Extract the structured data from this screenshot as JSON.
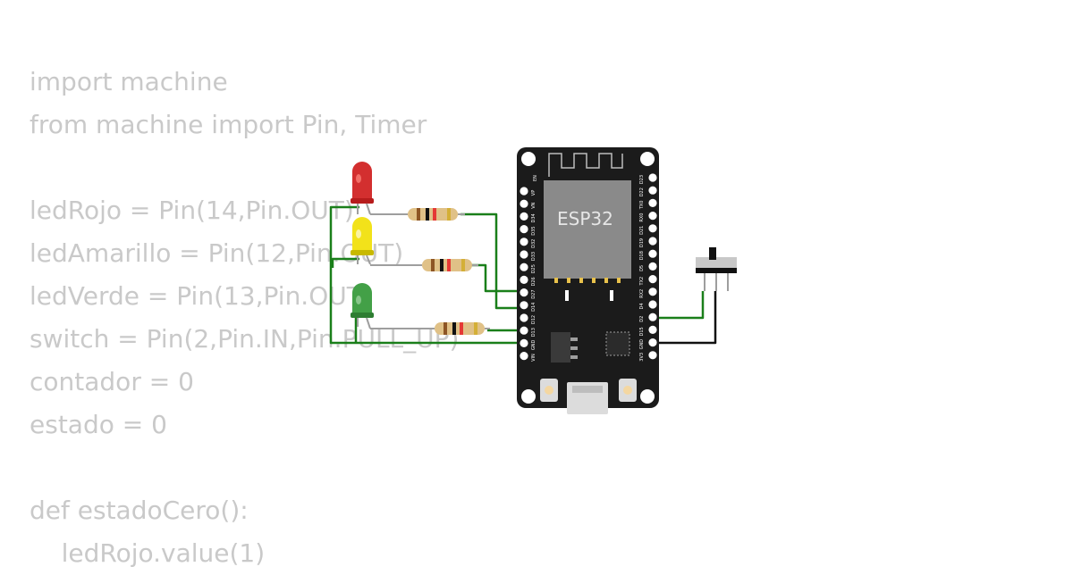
{
  "code_lines": [
    "import machine",
    "from machine import Pin, Timer",
    "",
    "ledRojo = Pin(14,Pin.OUT)",
    "ledAmarillo = Pin(12,Pin.OUT)",
    "ledVerde = Pin(13,Pin.OUT)",
    "switch = Pin(2,Pin.IN,Pin.PULL_UP)",
    "contador = 0",
    "estado = 0",
    "",
    "def estadoCero():",
    "    ledRojo.value(1)"
  ],
  "board": {
    "chip_label": "ESP32",
    "en_label": "EN",
    "left_pins": [
      "VP",
      "VN",
      "D34",
      "D35",
      "D32",
      "D33",
      "D25",
      "D26",
      "D27",
      "D14",
      "D12",
      "D13",
      "GND",
      "VIN"
    ],
    "right_pins": [
      "D23",
      "D22",
      "TX0",
      "RX0",
      "D21",
      "D19",
      "D18",
      "D5",
      "TX2",
      "RX2",
      "D4",
      "D2",
      "D15",
      "GND",
      "3V3"
    ]
  },
  "colors": {
    "wire_green": "#1a7f1a",
    "wire_black": "#111111",
    "board": "#1b1b1b",
    "led_red": "#d32f2f",
    "led_yellow": "#f2e21a",
    "led_green": "#43a047",
    "code_text": "#c9c9c9"
  }
}
